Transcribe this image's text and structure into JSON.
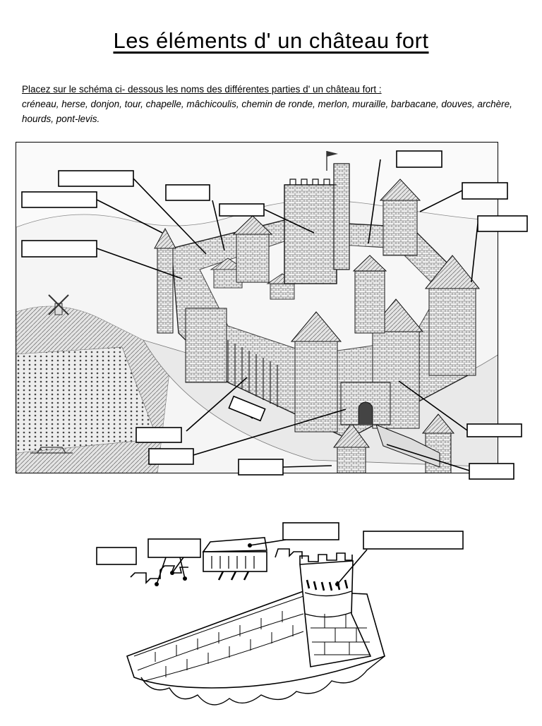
{
  "page": {
    "title": "Les éléments d' un château fort",
    "instruction": "Placez sur le schéma ci- dessous les noms des différentes parties d' un château fort :",
    "word_list": "créneau, herse, donjon, tour, chapelle, mâchicoulis, chemin de ronde, merlon, muraille, barbacane, douves, archère, hourds, pont-levis."
  },
  "castle_illustration": {
    "label_boxes": [
      {
        "id": 1,
        "text": ""
      },
      {
        "id": 2,
        "text": ""
      },
      {
        "id": 3,
        "text": ""
      },
      {
        "id": 4,
        "text": ""
      },
      {
        "id": 5,
        "text": ""
      },
      {
        "id": 6,
        "text": ""
      },
      {
        "id": 7,
        "text": ""
      },
      {
        "id": 8,
        "text": ""
      },
      {
        "id": 9,
        "text": ""
      },
      {
        "id": 10,
        "text": ""
      },
      {
        "id": 11,
        "text": ""
      },
      {
        "id": 12,
        "text": ""
      },
      {
        "id": 13,
        "text": ""
      },
      {
        "id": 14,
        "text": ""
      }
    ]
  },
  "wall_illustration": {
    "label_boxes": [
      {
        "id": 1,
        "text": ""
      },
      {
        "id": 2,
        "text": ""
      },
      {
        "id": 3,
        "text": ""
      },
      {
        "id": 4,
        "text": ""
      }
    ]
  }
}
